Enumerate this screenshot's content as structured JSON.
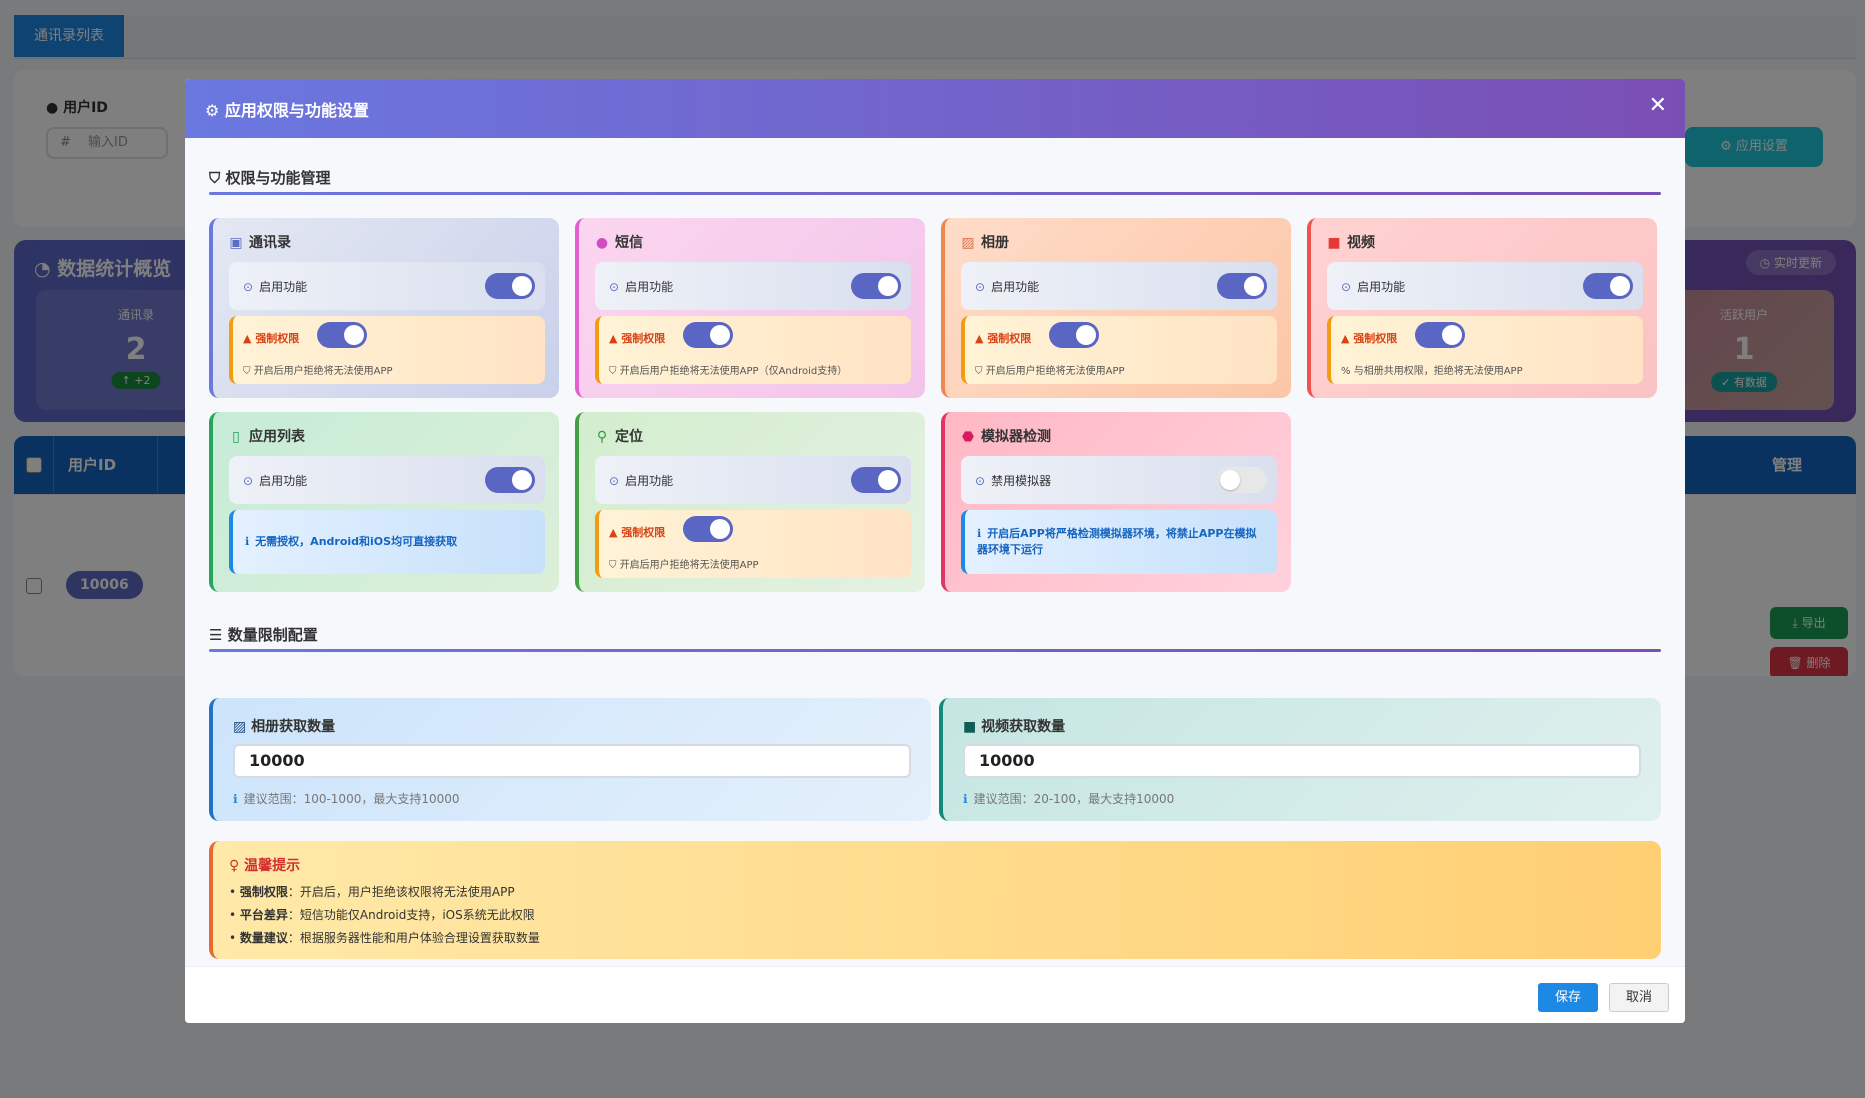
{
  "background": {
    "tab_label": "通讯录列表",
    "search_label": "用户ID",
    "search_placeholder": "输入ID",
    "app_settings_label": "应用设置",
    "stats_title": "数据统计概览",
    "realtime_label": "实时更新",
    "stat_contacts_label": "通讯录",
    "stat_contacts_value": "2",
    "stat_contacts_badge": "+2",
    "stat_active_label": "活跃用户",
    "stat_active_value": "1",
    "stat_active_badge": "有数据",
    "table_headers": [
      "用户ID",
      "管理"
    ],
    "row_id": "10006",
    "export_label": "导出",
    "delete_label": "删除"
  },
  "modal": {
    "title": "应用权限与功能设置",
    "close": "✕",
    "section_permissions": "权限与功能管理",
    "section_limits": "数量限制配置",
    "enable_label": "启用功能",
    "force_label": "强制权限",
    "cards": [
      {
        "title": "通讯录",
        "force_desc": "开启后用户拒绝将无法使用APP"
      },
      {
        "title": "短信",
        "force_desc": "开启后用户拒绝将无法使用APP（仅Android支持）"
      },
      {
        "title": "相册",
        "force_desc": "开启后用户拒绝将无法使用APP"
      },
      {
        "title": "视频",
        "force_desc": "与相册共用权限，拒绝将无法使用APP"
      },
      {
        "title": "应用列表",
        "info": "无需授权，Android和iOS均可直接获取"
      },
      {
        "title": "定位",
        "force_desc": "开启后用户拒绝将无法使用APP"
      },
      {
        "title": "模拟器检测",
        "toggle_label": "禁用模拟器",
        "info": "开启后APP将严格检测模拟器环境，将禁止APP在模拟器环境下运行"
      }
    ],
    "limits": {
      "photo_label": "相册获取数量",
      "photo_value": "10000",
      "photo_hint": "建议范围：100-1000，最大支持10000",
      "video_label": "视频获取数量",
      "video_value": "10000",
      "video_hint": "建议范围：20-100，最大支持10000"
    },
    "tips": {
      "title": "温馨提示",
      "items": [
        {
          "key": "强制权限",
          "text": "：开启后，用户拒绝该权限将无法使用APP"
        },
        {
          "key": "平台差异",
          "text": "：短信功能仅Android支持，iOS系统无此权限"
        },
        {
          "key": "数量建议",
          "text": "：根据服务器性能和用户体验合理设置获取数量"
        }
      ]
    },
    "save_label": "保存",
    "cancel_label": "取消"
  }
}
